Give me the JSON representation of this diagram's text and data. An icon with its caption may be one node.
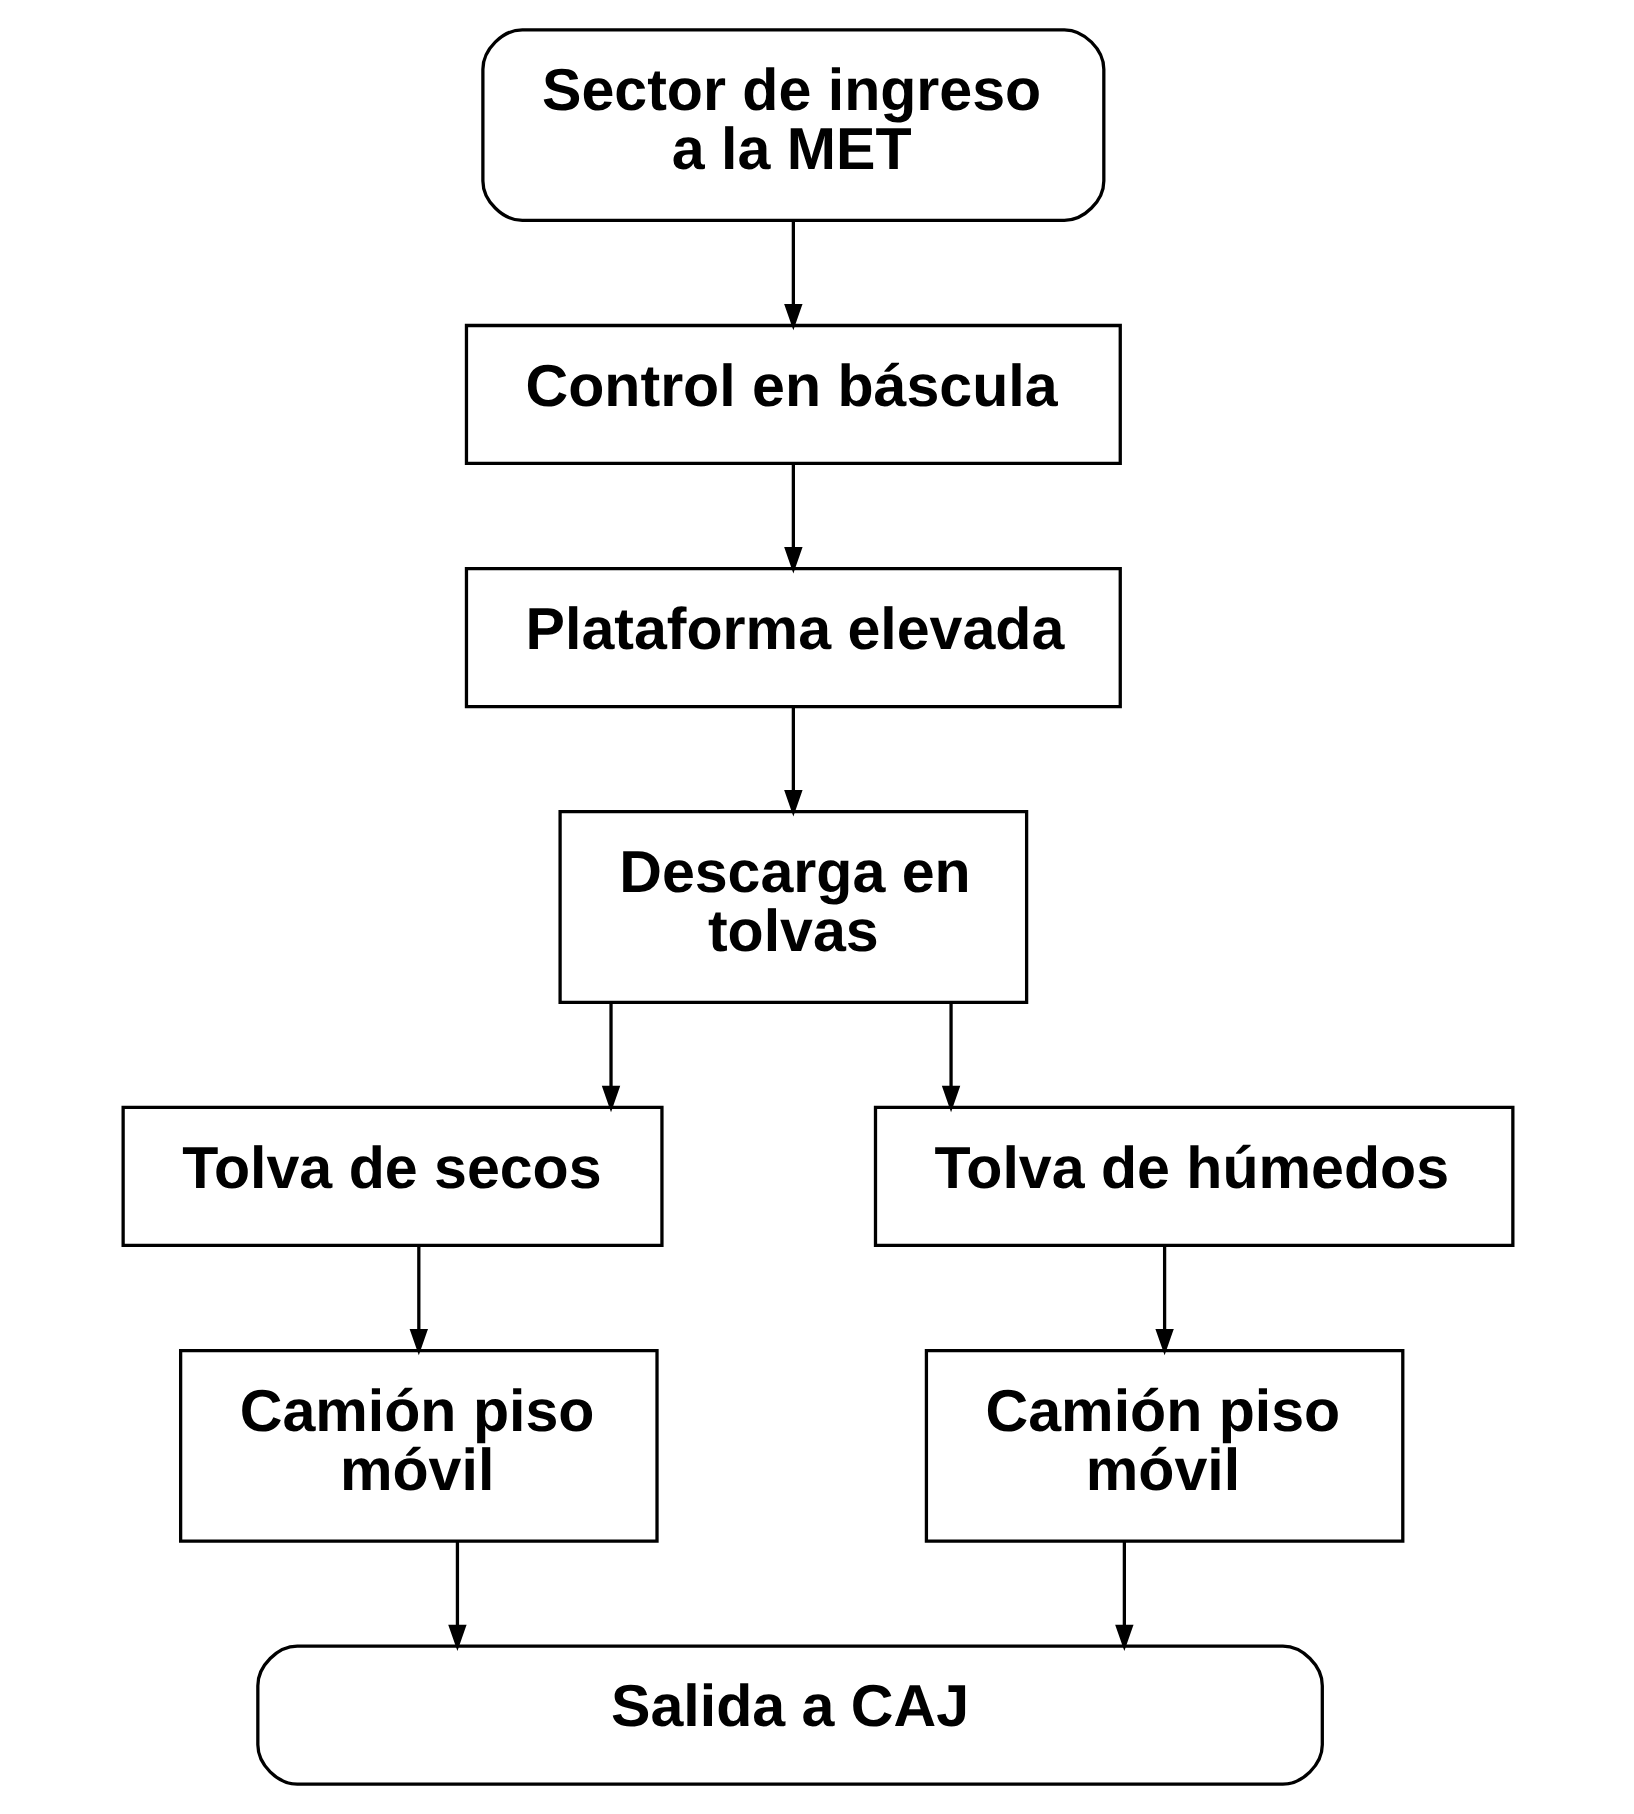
{
  "diagram": {
    "nodes": [
      {
        "text": [
          "Sector de ingreso a la MET"
        ]
      },
      {
        "text": [
          "Control en báscula"
        ]
      },
      {
        "text": [
          "Plataforma elevada"
        ]
      },
      {
        "text": [
          "Descarga en tolvas"
        ]
      },
      {
        "text": [
          "Tolva de secos"
        ]
      },
      {
        "text": [
          "Tolva de húmedos"
        ]
      },
      {
        "text": [
          "Camión piso móvil"
        ]
      },
      {
        "text": [
          "Camión piso móvil"
        ]
      },
      {
        "text": [
          "Salida a CAJ"
        ]
      }
    ],
    "edges": [
      {
        "from": 0,
        "to": 1,
        "arrow": "to"
      },
      {
        "from": 1,
        "to": 2,
        "arrow": "to"
      },
      {
        "from": 2,
        "to": 3,
        "arrow": "to"
      },
      {
        "from": 3,
        "to": 4,
        "arrow": "to"
      },
      {
        "from": 3,
        "to": 5,
        "arrow": "to"
      },
      {
        "from": 4,
        "to": 6,
        "arrow": "to"
      },
      {
        "from": 5,
        "to": 7,
        "arrow": "to"
      },
      {
        "from": 6,
        "to": 8,
        "arrow": "to"
      },
      {
        "from": 7,
        "to": 8,
        "arrow": "to"
      }
    ]
  }
}
